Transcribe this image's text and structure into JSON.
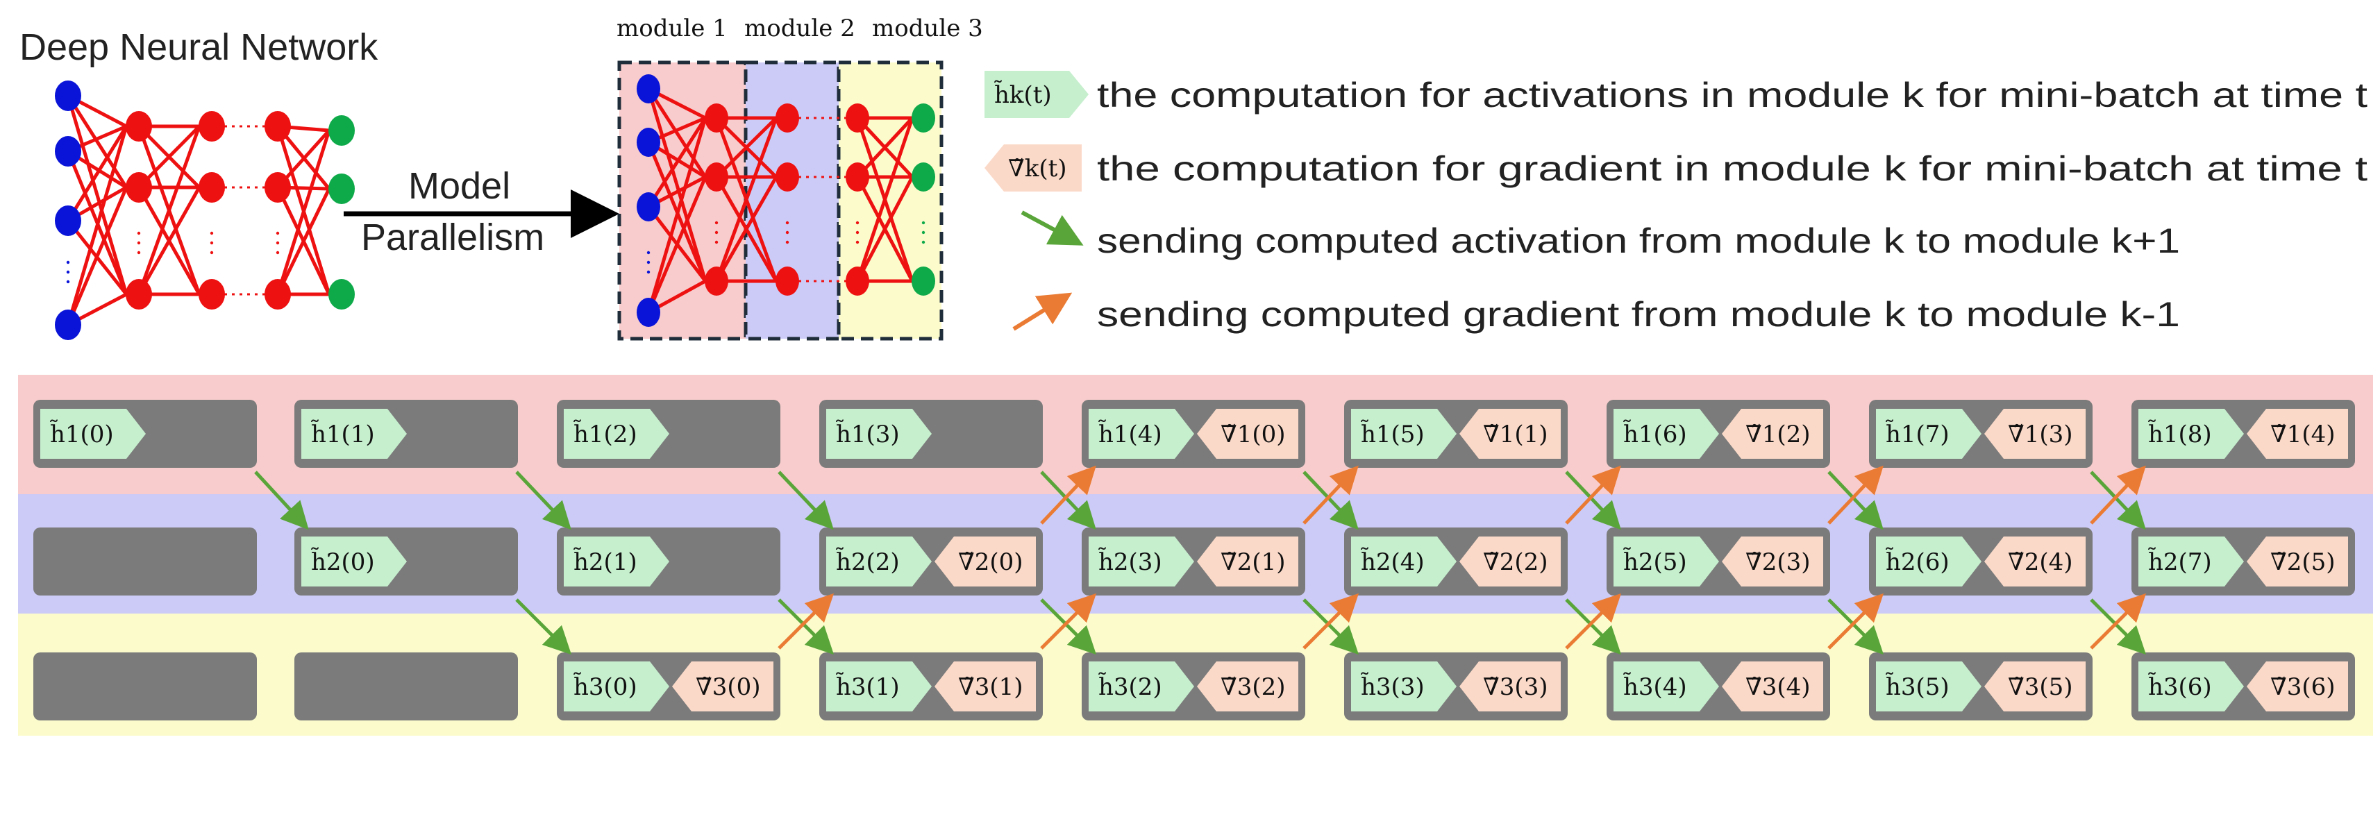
{
  "overview": {
    "dnn_title": "Deep Neural Network",
    "model_label": "Model",
    "parallelism_label": "Parallelism",
    "module_labels": [
      "module 1",
      "module 2",
      "module 3"
    ]
  },
  "legend": {
    "items": [
      {
        "glyph": "h̃k(t)",
        "text": "the computation for activations in module k for mini-batch at time t",
        "kind": "activation"
      },
      {
        "glyph": "∇̃k(t)",
        "text": "the computation for gradient in module k for mini-batch at time t",
        "kind": "gradient"
      },
      {
        "glyph": "green-arrow",
        "text": "sending computed activation from module k to module k+1",
        "kind": "send-activation"
      },
      {
        "glyph": "orange-arrow",
        "text": "sending computed gradient from module k to module k-1",
        "kind": "send-gradient"
      }
    ]
  },
  "pipeline": {
    "rows": [
      {
        "module": 1,
        "band_color": "#f8cccc",
        "cells": [
          {
            "h": "h̃1(0)",
            "g": ""
          },
          {
            "h": "h̃1(1)",
            "g": ""
          },
          {
            "h": "h̃1(2)",
            "g": ""
          },
          {
            "h": "h̃1(3)",
            "g": ""
          },
          {
            "h": "h̃1(4)",
            "g": "∇̃1(0)"
          },
          {
            "h": "h̃1(5)",
            "g": "∇̃1(1)"
          },
          {
            "h": "h̃1(6)",
            "g": "∇̃1(2)"
          },
          {
            "h": "h̃1(7)",
            "g": "∇̃1(3)"
          },
          {
            "h": "h̃1(8)",
            "g": "∇̃1(4)"
          }
        ]
      },
      {
        "module": 2,
        "band_color": "#cccbf7",
        "cells": [
          {
            "h": "",
            "g": ""
          },
          {
            "h": "h̃2(0)",
            "g": ""
          },
          {
            "h": "h̃2(1)",
            "g": ""
          },
          {
            "h": "h̃2(2)",
            "g": "∇̃2(0)"
          },
          {
            "h": "h̃2(3)",
            "g": "∇̃2(1)"
          },
          {
            "h": "h̃2(4)",
            "g": "∇̃2(2)"
          },
          {
            "h": "h̃2(5)",
            "g": "∇̃2(3)"
          },
          {
            "h": "h̃2(6)",
            "g": "∇̃2(4)"
          },
          {
            "h": "h̃2(7)",
            "g": "∇̃2(5)"
          }
        ]
      },
      {
        "module": 3,
        "band_color": "#fbfbcc",
        "cells": [
          {
            "h": "",
            "g": ""
          },
          {
            "h": "",
            "g": ""
          },
          {
            "h": "h̃3(0)",
            "g": "∇̃3(0)"
          },
          {
            "h": "h̃3(1)",
            "g": "∇̃3(1)"
          },
          {
            "h": "h̃3(2)",
            "g": "∇̃3(2)"
          },
          {
            "h": "h̃3(3)",
            "g": "∇̃3(3)"
          },
          {
            "h": "h̃3(4)",
            "g": "∇̃3(4)"
          },
          {
            "h": "h̃3(5)",
            "g": "∇̃3(5)"
          },
          {
            "h": "h̃3(6)",
            "g": "∇̃3(6)"
          }
        ]
      }
    ]
  },
  "colors": {
    "input_node": "#0a14d8",
    "hidden_node": "#ee1111",
    "output_node": "#0eaa4a",
    "edge": "#ee1111",
    "activation_fill": "#c6efce",
    "gradient_fill": "#fbd9c8",
    "cell_dark": "#7b7b7b",
    "send_activation": "#5aa53a",
    "send_gradient": "#ea7b34",
    "module1_bg": "#f8cccc",
    "module2_bg": "#cccbf7",
    "module3_bg": "#fbfbcc"
  }
}
